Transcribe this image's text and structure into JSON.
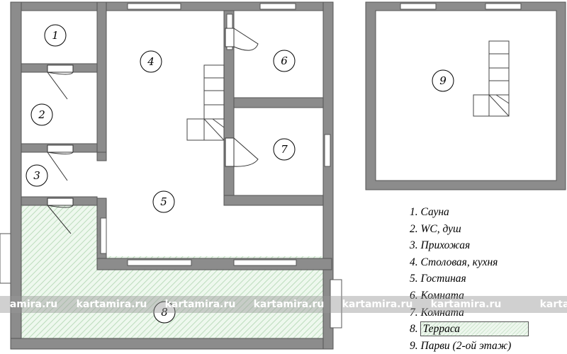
{
  "rooms": [
    {
      "num": "1"
    },
    {
      "num": "2"
    },
    {
      "num": "3"
    },
    {
      "num": "4"
    },
    {
      "num": "5"
    },
    {
      "num": "6"
    },
    {
      "num": "7"
    },
    {
      "num": "8"
    },
    {
      "num": "9"
    }
  ],
  "legend": {
    "items": [
      {
        "label": "1. Сауна"
      },
      {
        "label": "2. WC, душ"
      },
      {
        "label": "3. Прихожая"
      },
      {
        "label": "4. Столовая, кухня"
      },
      {
        "label": "5. Гостиная"
      },
      {
        "label": "6. Комната"
      },
      {
        "label": "7. Комната"
      },
      {
        "num": "8.",
        "label": "Терраса"
      },
      {
        "label": "9. Парви (2-ой этаж)"
      }
    ]
  },
  "watermark": {
    "items": [
      "amira.ru",
      "kartamira.ru",
      "kartamira.ru",
      "kartamira.ru",
      "kartamira.ru",
      "kartamira.ru",
      "karta"
    ]
  },
  "colors": {
    "wall": "#8c8c8c",
    "terrace": "#dff0df"
  }
}
